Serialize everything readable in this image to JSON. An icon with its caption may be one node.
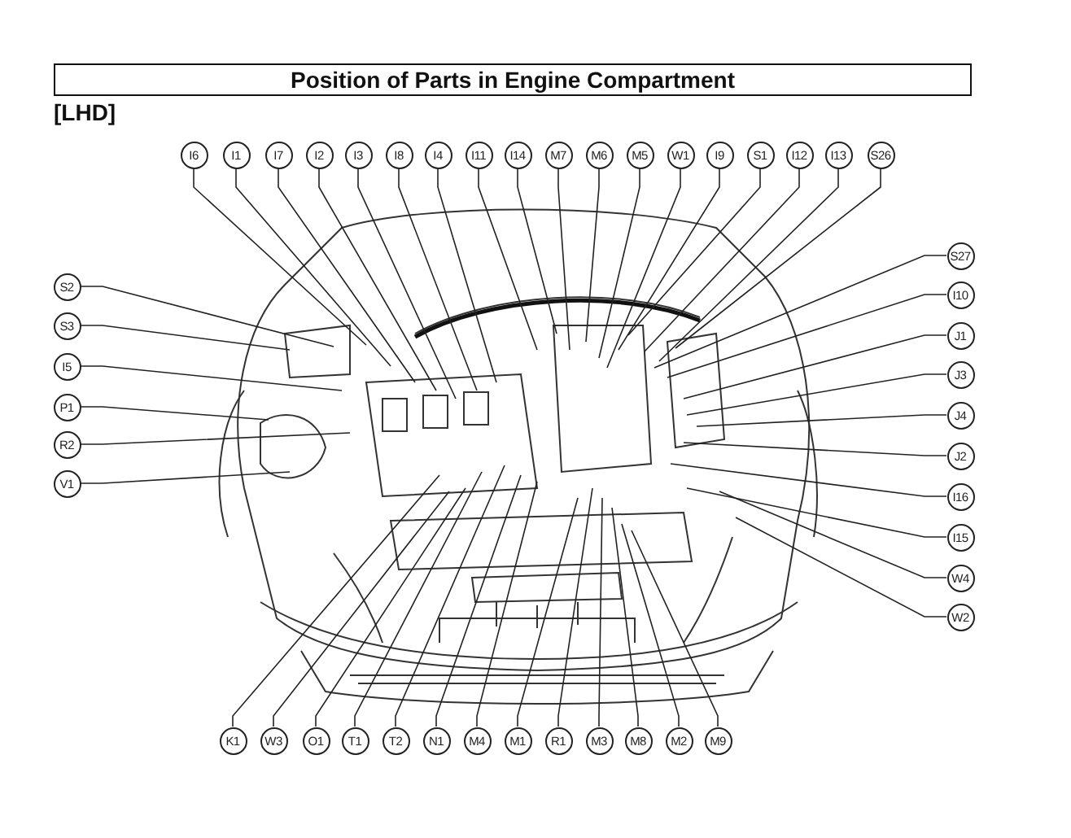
{
  "diagram": {
    "title": "Position of Parts in Engine Compartment",
    "nodes": [
      {
        "text": [
          "I6"
        ]
      },
      {
        "text": [
          "I1"
        ]
      },
      {
        "text": [
          "I7"
        ]
      },
      {
        "text": [
          "I2"
        ]
      },
      {
        "text": [
          "I3"
        ]
      },
      {
        "text": [
          "I8"
        ]
      },
      {
        "text": [
          "I4"
        ]
      },
      {
        "text": [
          "I11"
        ]
      },
      {
        "text": [
          "I14"
        ]
      },
      {
        "text": [
          "M7"
        ]
      },
      {
        "text": [
          "M6"
        ]
      },
      {
        "text": [
          "M5"
        ]
      },
      {
        "text": [
          "W1"
        ]
      },
      {
        "text": [
          "I9"
        ]
      },
      {
        "text": [
          "S1"
        ]
      },
      {
        "text": [
          "I12"
        ]
      },
      {
        "text": [
          "I13"
        ]
      },
      {
        "text": [
          "S26"
        ]
      },
      {
        "text": [
          "S2"
        ]
      },
      {
        "text": [
          "S27"
        ]
      },
      {
        "text": [
          "S3"
        ]
      },
      {
        "text": [
          "I10"
        ]
      },
      {
        "text": [
          "J1"
        ]
      },
      {
        "text": [
          "I5"
        ]
      },
      {
        "text": [
          "J3"
        ]
      },
      {
        "text": [
          "P1"
        ]
      },
      {
        "text": [
          "J4"
        ]
      },
      {
        "text": [
          "R2"
        ]
      },
      {
        "text": [
          "J2"
        ]
      },
      {
        "text": [
          "V1"
        ]
      },
      {
        "text": [
          "I16"
        ]
      },
      {
        "text": [
          "I15"
        ]
      },
      {
        "text": [
          "W4"
        ]
      },
      {
        "text": [
          "W2"
        ]
      },
      {
        "text": [
          "K1"
        ]
      },
      {
        "text": [
          "W3"
        ]
      },
      {
        "text": [
          "O1"
        ]
      },
      {
        "text": [
          "T1"
        ]
      },
      {
        "text": [
          "T2"
        ]
      },
      {
        "text": [
          "N1"
        ]
      },
      {
        "text": [
          "M4"
        ]
      },
      {
        "text": [
          "M1"
        ]
      },
      {
        "text": [
          "R1"
        ]
      },
      {
        "text": [
          "M3"
        ]
      },
      {
        "text": [
          "M8"
        ]
      },
      {
        "text": [
          "M2"
        ]
      },
      {
        "text": [
          "M9"
        ]
      }
    ],
    "edges": [
      {
        "from": 0,
        "to": null,
        "arrow": "none"
      },
      {
        "from": 1,
        "to": null,
        "arrow": "none"
      },
      {
        "from": 2,
        "to": null,
        "arrow": "none"
      },
      {
        "from": 3,
        "to": null,
        "arrow": "none"
      },
      {
        "from": 4,
        "to": null,
        "arrow": "none"
      },
      {
        "from": 5,
        "to": null,
        "arrow": "none"
      },
      {
        "from": 6,
        "to": null,
        "arrow": "none"
      },
      {
        "from": 7,
        "to": null,
        "arrow": "none"
      },
      {
        "from": 8,
        "to": null,
        "arrow": "none"
      },
      {
        "from": 9,
        "to": null,
        "arrow": "none"
      },
      {
        "from": 10,
        "to": null,
        "arrow": "none"
      },
      {
        "from": 11,
        "to": null,
        "arrow": "none"
      },
      {
        "from": 12,
        "to": null,
        "arrow": "none"
      },
      {
        "from": 13,
        "to": null,
        "arrow": "none"
      },
      {
        "from": 14,
        "to": null,
        "arrow": "none"
      },
      {
        "from": 15,
        "to": null,
        "arrow": "none"
      },
      {
        "from": 16,
        "to": null,
        "arrow": "none"
      },
      {
        "from": 17,
        "to": null,
        "arrow": "none"
      },
      {
        "from": 18,
        "to": null,
        "arrow": "none"
      },
      {
        "from": 19,
        "to": null,
        "arrow": "none"
      },
      {
        "from": 20,
        "to": null,
        "arrow": "none"
      },
      {
        "from": 21,
        "to": null,
        "arrow": "none"
      },
      {
        "from": 22,
        "to": null,
        "arrow": "none"
      },
      {
        "from": 23,
        "to": null,
        "arrow": "none"
      },
      {
        "from": 24,
        "to": null,
        "arrow": "none"
      },
      {
        "from": 25,
        "to": null,
        "arrow": "none"
      },
      {
        "from": 26,
        "to": null,
        "arrow": "none"
      },
      {
        "from": 27,
        "to": null,
        "arrow": "none"
      },
      {
        "from": 28,
        "to": null,
        "arrow": "none"
      },
      {
        "from": 29,
        "to": null,
        "arrow": "none"
      },
      {
        "from": 30,
        "to": null,
        "arrow": "none"
      },
      {
        "from": 31,
        "to": null,
        "arrow": "none"
      },
      {
        "from": 32,
        "to": null,
        "arrow": "none"
      },
      {
        "from": 33,
        "to": null,
        "arrow": "none"
      },
      {
        "from": 34,
        "to": null,
        "arrow": "none"
      },
      {
        "from": 35,
        "to": null,
        "arrow": "none"
      },
      {
        "from": 36,
        "to": null,
        "arrow": "none"
      },
      {
        "from": 37,
        "to": null,
        "arrow": "none"
      },
      {
        "from": 38,
        "to": null,
        "arrow": "none"
      },
      {
        "from": 39,
        "to": null,
        "arrow": "none"
      },
      {
        "from": 40,
        "to": null,
        "arrow": "none"
      },
      {
        "from": 41,
        "to": null,
        "arrow": "none"
      },
      {
        "from": 42,
        "to": null,
        "arrow": "none"
      },
      {
        "from": 43,
        "to": null,
        "arrow": "none"
      },
      {
        "from": 44,
        "to": null,
        "arrow": "none"
      },
      {
        "from": 45,
        "to": null,
        "arrow": "none"
      },
      {
        "from": 46,
        "to": null,
        "arrow": "none"
      }
    ],
    "labels": [
      "[LHD]"
    ]
  }
}
